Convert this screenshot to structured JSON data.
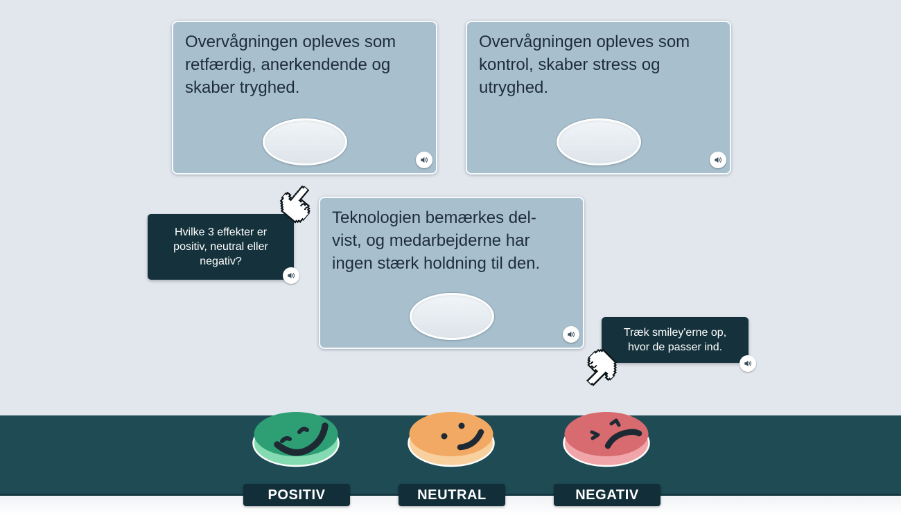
{
  "colors": {
    "page_bg": "#e2e7ee",
    "card_bg": "#a8c0ce",
    "card_text": "#1e2c3a",
    "bubble_bg": "#15323c",
    "bubble_text": "#ffffff",
    "tray_bg": "#1f4b55",
    "label_bg": "#122e38",
    "label_text": "#ffffff",
    "positive_top": "#2e9e75",
    "positive_side": "#85dbb1",
    "neutral_top": "#f2a963",
    "neutral_side": "#f8d09e",
    "negative_top": "#d76b6f",
    "negative_side": "#f0a6a8",
    "face_stroke": "#1e2a33"
  },
  "cards": [
    {
      "lines": [
        "Overvågningen opleves som",
        "retfærdig, anerkendende og",
        "skaber tryghed."
      ]
    },
    {
      "lines": [
        "Overvågningen opleves som",
        "kontrol, skaber stress og",
        "utryghed."
      ]
    },
    {
      "lines": [
        "Teknologien bemærkes del-",
        "vist, og medarbejderne har",
        "ingen stærk holdning til den."
      ]
    }
  ],
  "instruction_bubbles": [
    {
      "lines": [
        "Hvilke 3 effekter er",
        "positiv, neutral eller",
        "negativ?"
      ]
    },
    {
      "lines": [
        "Træk smiley'erne op,",
        "hvor de passer ind."
      ]
    }
  ],
  "smileys": [
    {
      "label": "POSITIV",
      "mood": "positive"
    },
    {
      "label": "NEUTRAL",
      "mood": "neutral"
    },
    {
      "label": "NEGATIV",
      "mood": "negative"
    }
  ],
  "icons": {
    "audio": "speaker-icon",
    "cursor": "pixel-hand-pointer-icon"
  }
}
